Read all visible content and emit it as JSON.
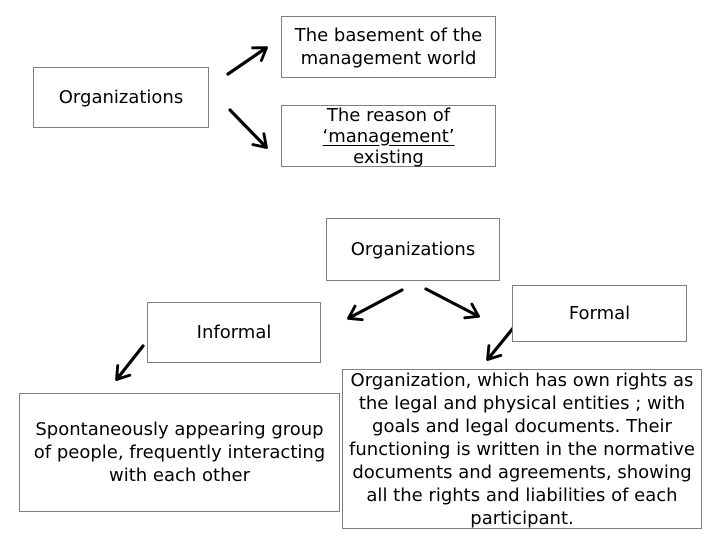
{
  "canvas": {
    "background_color": "#ffffff",
    "box_border_color": "#7f7f7f",
    "arrow_color": "#000000",
    "text_color": "#000000"
  },
  "boxes": {
    "org_top": {
      "label": "Organizations"
    },
    "basement": {
      "lines": [
        "The basement of the",
        "management world"
      ]
    },
    "reason": {
      "lines": [
        "The reason of",
        "‘management’",
        "existing"
      ],
      "underlined_line_index": 1
    },
    "org_mid": {
      "label": "Organizations"
    },
    "informal": {
      "label": "Informal"
    },
    "formal": {
      "label": "Formal"
    },
    "spontaneous": {
      "lines": [
        "Spontaneously appearing group",
        "of people, frequently interacting",
        "with each other"
      ]
    },
    "formal_desc": {
      "lines": [
        "Organization, which has own rights as",
        "the legal and physical entities ; with",
        "goals and legal documents. Their",
        "functioning is written in the normative",
        "documents and agreements, showing",
        "all the rights and liabilities of each",
        "participant."
      ]
    }
  },
  "connections": [
    {
      "from": "org_top",
      "to": "basement"
    },
    {
      "from": "org_top",
      "to": "reason"
    },
    {
      "from": "org_mid",
      "to": "informal"
    },
    {
      "from": "org_mid",
      "to": "formal"
    },
    {
      "from": "informal",
      "to": "spontaneous"
    },
    {
      "from": "formal",
      "to": "formal_desc"
    }
  ]
}
